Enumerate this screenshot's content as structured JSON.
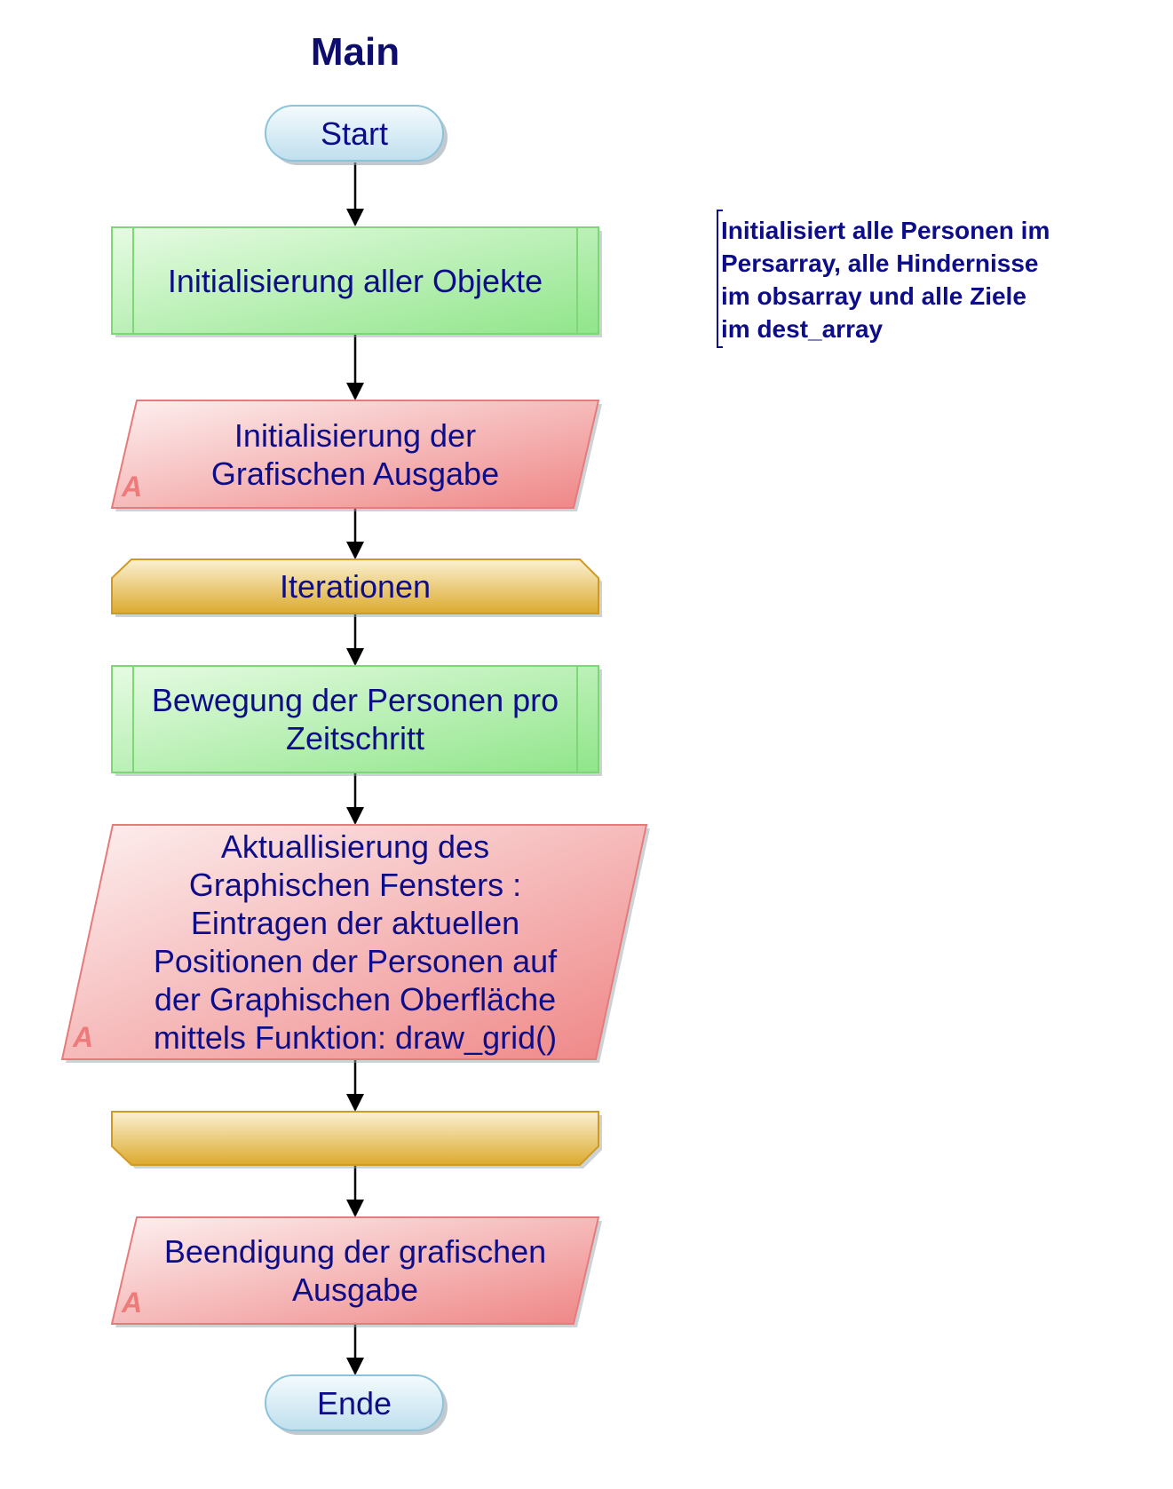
{
  "diagram": {
    "title": "Main",
    "start_label": "Start",
    "init_objects_label": "Initialisierung aller Objekte",
    "init_graphics_lines": [
      "Initialisierung der",
      "Grafischen Ausgabe"
    ],
    "loop_start_label": "Iterationen",
    "movement_lines": [
      "Bewegung der Personen pro",
      "Zeitschritt"
    ],
    "update_window_lines": [
      "Aktuallisierung des",
      "Graphischen Fensters :",
      "Eintragen der aktuellen",
      "Positionen der Personen auf",
      "der Graphischen Oberfläche",
      "mittels Funktion: draw_grid()"
    ],
    "end_graphics_lines": [
      "Beendigung der grafischen",
      "Ausgabe"
    ],
    "end_label": "Ende",
    "io_marker": "A",
    "comment_lines": [
      "Initialisiert alle Personen im",
      "Persarray, alle Hindernisse",
      "im obsarray und alle Ziele",
      "im dest_array"
    ]
  },
  "colors": {
    "text": "#0d0d8a",
    "terminal_fill": "#d6ecf5",
    "process_fill": "#a4ea9e",
    "io_fill": "#f19a9a",
    "loop_fill": "#e6b94a",
    "arrow": "#000000"
  }
}
